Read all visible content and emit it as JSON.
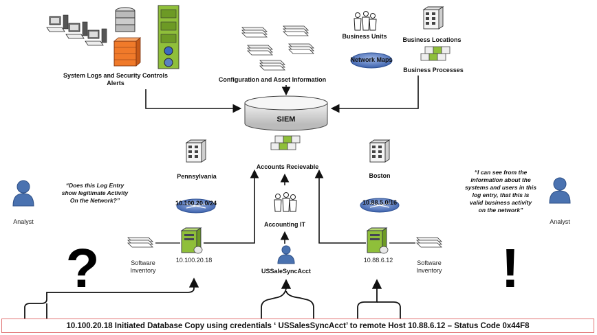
{
  "labels": {
    "system_logs_line1": "System Logs and Security Controls",
    "system_logs_line2": "Alerts",
    "config_asset": "Configuration and Asset Information",
    "business_units": "Business Units",
    "business_locations": "Business Locations",
    "network_maps": "Network Maps",
    "business_processes": "Business Processes",
    "siem": "SIEM",
    "accounts_receivable": "Accounts Recievable",
    "pennsylvania": "Pennsylvania",
    "boston": "Boston",
    "subnet_left": "10.100.20.0/24",
    "subnet_right": "10.88.5.0/16",
    "accounting_it": "Accounting IT",
    "software_inventory_left_1": "Software",
    "software_inventory_left_2": "Inventory",
    "software_inventory_right_1": "Software",
    "software_inventory_right_2": "Inventory",
    "host_left": "10.100.20.18",
    "host_right": "10.88.6.12",
    "account": "USSaleSyncAcct",
    "analyst_left": "Analyst",
    "analyst_right": "Analyst",
    "question_mark": "?",
    "exclamation_mark": "!"
  },
  "quotes": {
    "left": [
      "“Does this Log Entry",
      "show legitimate Activity",
      "On the Network?”"
    ],
    "right": [
      "“I can see from the",
      "information about the",
      "systems and users in this",
      "log entry, that this is",
      "valid business activity",
      "on the network”"
    ]
  },
  "log_entry": "10.100.20.18 Initiated Database Copy using  credentials ‘ USSalesSyncAcct’ to remote Host 10.88.6.12 – Status Code 0x44F8",
  "colors": {
    "server_green": "#8fbf3a",
    "firewall_orange": "#f07a2a",
    "network_blue": "#5a7fc2",
    "analyst_blue": "#4a72b0",
    "log_border": "#e07070"
  }
}
